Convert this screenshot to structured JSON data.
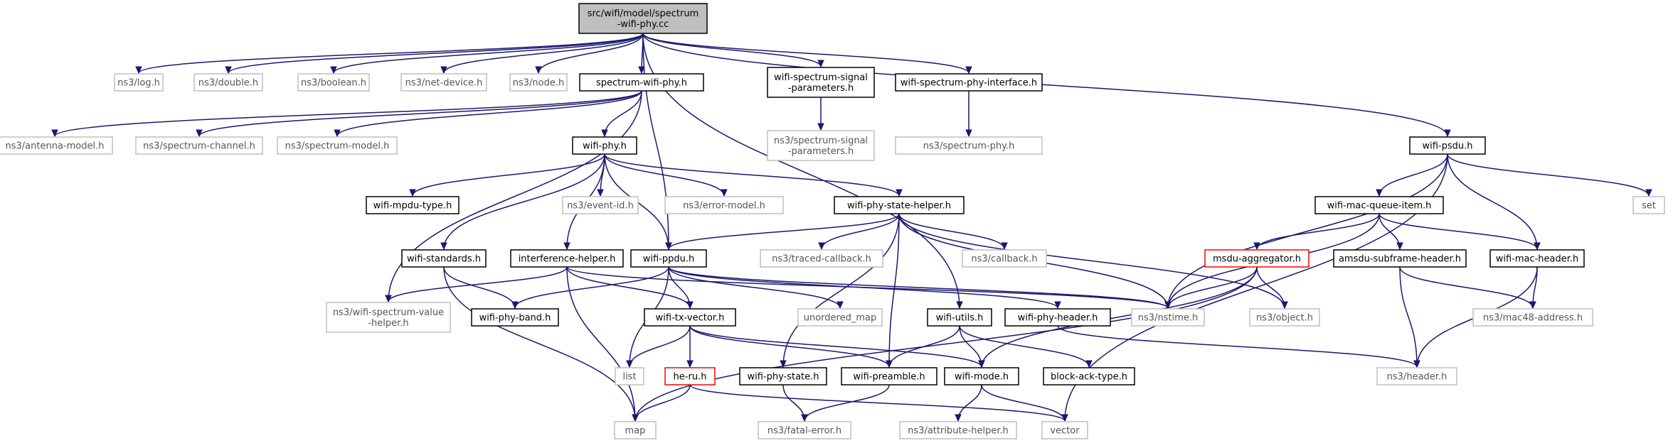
{
  "diagram": {
    "type": "include-dependency-graph",
    "colors": {
      "edge": "#191970",
      "root_fill": "#bfbfbf",
      "root_border": "#000000",
      "internal_border": "#000000",
      "external_border": "#bfbfbf",
      "incomplete_border": "#ff0000"
    },
    "nodes": [
      {
        "id": "root",
        "lines": [
          "src/wifi/model/spectrum",
          "-wifi-phy.cc"
        ],
        "kind": "root"
      },
      {
        "id": "log",
        "lines": [
          "ns3/log.h"
        ],
        "kind": "external"
      },
      {
        "id": "double",
        "lines": [
          "ns3/double.h"
        ],
        "kind": "external"
      },
      {
        "id": "boolean",
        "lines": [
          "ns3/boolean.h"
        ],
        "kind": "external"
      },
      {
        "id": "netdevice",
        "lines": [
          "ns3/net-device.h"
        ],
        "kind": "external"
      },
      {
        "id": "node",
        "lines": [
          "ns3/node.h"
        ],
        "kind": "external"
      },
      {
        "id": "swphy",
        "lines": [
          "spectrum-wifi-phy.h"
        ],
        "kind": "internal"
      },
      {
        "id": "wssp",
        "lines": [
          "wifi-spectrum-signal",
          "-parameters.h"
        ],
        "kind": "internal"
      },
      {
        "id": "wspi",
        "lines": [
          "wifi-spectrum-phy-interface.h"
        ],
        "kind": "internal"
      },
      {
        "id": "antenna",
        "lines": [
          "ns3/antenna-model.h"
        ],
        "kind": "external"
      },
      {
        "id": "specchan",
        "lines": [
          "ns3/spectrum-channel.h"
        ],
        "kind": "external"
      },
      {
        "id": "specmodel",
        "lines": [
          "ns3/spectrum-model.h"
        ],
        "kind": "external"
      },
      {
        "id": "nsssp",
        "lines": [
          "ns3/spectrum-signal",
          "-parameters.h"
        ],
        "kind": "external"
      },
      {
        "id": "specphy",
        "lines": [
          "ns3/spectrum-phy.h"
        ],
        "kind": "external"
      },
      {
        "id": "wifiphy",
        "lines": [
          "wifi-phy.h"
        ],
        "kind": "internal"
      },
      {
        "id": "psdu",
        "lines": [
          "wifi-psdu.h"
        ],
        "kind": "internal"
      },
      {
        "id": "set",
        "lines": [
          "set"
        ],
        "kind": "external"
      },
      {
        "id": "mpdutype",
        "lines": [
          "wifi-mpdu-type.h"
        ],
        "kind": "internal"
      },
      {
        "id": "eventid",
        "lines": [
          "ns3/event-id.h"
        ],
        "kind": "external"
      },
      {
        "id": "errmodel",
        "lines": [
          "ns3/error-model.h"
        ],
        "kind": "external"
      },
      {
        "id": "statehelper",
        "lines": [
          "wifi-phy-state-helper.h"
        ],
        "kind": "internal"
      },
      {
        "id": "mqi",
        "lines": [
          "wifi-mac-queue-item.h"
        ],
        "kind": "internal"
      },
      {
        "id": "standards",
        "lines": [
          "wifi-standards.h"
        ],
        "kind": "internal"
      },
      {
        "id": "interf",
        "lines": [
          "interference-helper.h"
        ],
        "kind": "internal"
      },
      {
        "id": "ppdu",
        "lines": [
          "wifi-ppdu.h"
        ],
        "kind": "internal"
      },
      {
        "id": "traced",
        "lines": [
          "ns3/traced-callback.h"
        ],
        "kind": "external"
      },
      {
        "id": "callback",
        "lines": [
          "ns3/callback.h"
        ],
        "kind": "external"
      },
      {
        "id": "msdu",
        "lines": [
          "msdu-aggregator.h"
        ],
        "kind": "incomplete"
      },
      {
        "id": "amsdu",
        "lines": [
          "amsdu-subframe-header.h"
        ],
        "kind": "internal"
      },
      {
        "id": "macheader",
        "lines": [
          "wifi-mac-header.h"
        ],
        "kind": "internal"
      },
      {
        "id": "wsvh",
        "lines": [
          "ns3/wifi-spectrum-value",
          "-helper.h"
        ],
        "kind": "external"
      },
      {
        "id": "band",
        "lines": [
          "wifi-phy-band.h"
        ],
        "kind": "internal"
      },
      {
        "id": "txvec",
        "lines": [
          "wifi-tx-vector.h"
        ],
        "kind": "internal"
      },
      {
        "id": "umap",
        "lines": [
          "unordered_map"
        ],
        "kind": "external"
      },
      {
        "id": "utils",
        "lines": [
          "wifi-utils.h"
        ],
        "kind": "internal"
      },
      {
        "id": "phyheader",
        "lines": [
          "wifi-phy-header.h"
        ],
        "kind": "internal"
      },
      {
        "id": "nstime",
        "lines": [
          "ns3/nstime.h"
        ],
        "kind": "external"
      },
      {
        "id": "object",
        "lines": [
          "ns3/object.h"
        ],
        "kind": "external"
      },
      {
        "id": "mac48",
        "lines": [
          "ns3/mac48-address.h"
        ],
        "kind": "external"
      },
      {
        "id": "list",
        "lines": [
          "list"
        ],
        "kind": "external"
      },
      {
        "id": "heru",
        "lines": [
          "he-ru.h"
        ],
        "kind": "incomplete"
      },
      {
        "id": "phystate",
        "lines": [
          "wifi-phy-state.h"
        ],
        "kind": "internal"
      },
      {
        "id": "preamble",
        "lines": [
          "wifi-preamble.h"
        ],
        "kind": "internal"
      },
      {
        "id": "mode",
        "lines": [
          "wifi-mode.h"
        ],
        "kind": "internal"
      },
      {
        "id": "blockack",
        "lines": [
          "block-ack-type.h"
        ],
        "kind": "internal"
      },
      {
        "id": "nsheader",
        "lines": [
          "ns3/header.h"
        ],
        "kind": "external"
      },
      {
        "id": "map",
        "lines": [
          "map"
        ],
        "kind": "external"
      },
      {
        "id": "fatal",
        "lines": [
          "ns3/fatal-error.h"
        ],
        "kind": "external"
      },
      {
        "id": "attrhelper",
        "lines": [
          "ns3/attribute-helper.h"
        ],
        "kind": "external"
      },
      {
        "id": "vector",
        "lines": [
          "vector"
        ],
        "kind": "external"
      }
    ],
    "edges": [
      [
        "root",
        "log"
      ],
      [
        "root",
        "double"
      ],
      [
        "root",
        "boolean"
      ],
      [
        "root",
        "netdevice"
      ],
      [
        "root",
        "node"
      ],
      [
        "root",
        "swphy"
      ],
      [
        "root",
        "wssp"
      ],
      [
        "root",
        "wspi"
      ],
      [
        "root",
        "psdu"
      ],
      [
        "root",
        "ppdu"
      ],
      [
        "root",
        "utils"
      ],
      [
        "swphy",
        "antenna"
      ],
      [
        "swphy",
        "specchan"
      ],
      [
        "swphy",
        "specmodel"
      ],
      [
        "swphy",
        "wifiphy"
      ],
      [
        "swphy",
        "wsvh"
      ],
      [
        "wssp",
        "nsssp"
      ],
      [
        "wspi",
        "specphy"
      ],
      [
        "wifiphy",
        "mpdutype"
      ],
      [
        "wifiphy",
        "eventid"
      ],
      [
        "wifiphy",
        "errmodel"
      ],
      [
        "wifiphy",
        "statehelper"
      ],
      [
        "wifiphy",
        "standards"
      ],
      [
        "wifiphy",
        "interf"
      ],
      [
        "wifiphy",
        "ppdu"
      ],
      [
        "psdu",
        "set"
      ],
      [
        "psdu",
        "mqi"
      ],
      [
        "psdu",
        "macheader"
      ],
      [
        "psdu",
        "nstime"
      ],
      [
        "psdu",
        "vector"
      ],
      [
        "statehelper",
        "ppdu"
      ],
      [
        "statehelper",
        "traced"
      ],
      [
        "statehelper",
        "callback"
      ],
      [
        "statehelper",
        "nstime"
      ],
      [
        "statehelper",
        "object"
      ],
      [
        "statehelper",
        "phystate"
      ],
      [
        "statehelper",
        "preamble"
      ],
      [
        "mqi",
        "msdu"
      ],
      [
        "mqi",
        "amsdu"
      ],
      [
        "mqi",
        "macheader"
      ],
      [
        "mqi",
        "nstime"
      ],
      [
        "msdu",
        "nstime"
      ],
      [
        "msdu",
        "object"
      ],
      [
        "msdu",
        "mode"
      ],
      [
        "msdu",
        "map"
      ],
      [
        "amsdu",
        "mac48"
      ],
      [
        "amsdu",
        "nsheader"
      ],
      [
        "macheader",
        "mac48"
      ],
      [
        "macheader",
        "nsheader"
      ],
      [
        "standards",
        "band"
      ],
      [
        "standards",
        "map"
      ],
      [
        "interf",
        "wsvh"
      ],
      [
        "interf",
        "txvec"
      ],
      [
        "interf",
        "nstime"
      ],
      [
        "interf",
        "map"
      ],
      [
        "ppdu",
        "band"
      ],
      [
        "ppdu",
        "txvec"
      ],
      [
        "ppdu",
        "umap"
      ],
      [
        "ppdu",
        "list"
      ],
      [
        "ppdu",
        "phyheader"
      ],
      [
        "ppdu",
        "nstime"
      ],
      [
        "txvec",
        "list"
      ],
      [
        "txvec",
        "heru"
      ],
      [
        "txvec",
        "preamble"
      ],
      [
        "txvec",
        "mode"
      ],
      [
        "heru",
        "map"
      ],
      [
        "heru",
        "vector"
      ],
      [
        "utils",
        "preamble"
      ],
      [
        "utils",
        "mode"
      ],
      [
        "utils",
        "blockack"
      ],
      [
        "phyheader",
        "nsheader"
      ],
      [
        "phystate",
        "fatal"
      ],
      [
        "preamble",
        "fatal"
      ],
      [
        "mode",
        "attrhelper"
      ],
      [
        "mode",
        "vector"
      ]
    ]
  }
}
